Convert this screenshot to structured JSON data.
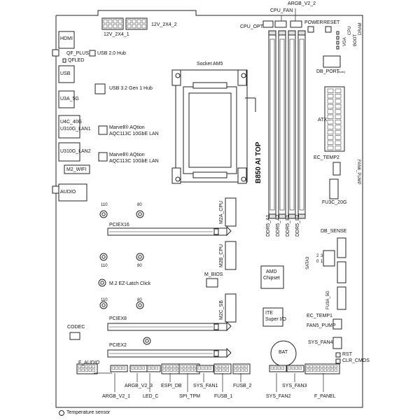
{
  "board": {
    "model": "B850 AI TOP",
    "socket": "Socket AM5",
    "chipset": [
      "AMD",
      "Chipset"
    ],
    "ite": [
      "ITE",
      "Super I/O"
    ],
    "battery": "BAT",
    "mbios": "M_BIOS",
    "codec": "CODEC"
  },
  "rear_io": {
    "hdmi": "HDMI",
    "qf_plus": "QF_PLUS",
    "qfled": "QFLED",
    "usb20_hub": "USB 2.0 Hub",
    "usb": "USB",
    "usb32_hub": "USB 3.2 Gen 1 Hub",
    "u3a_5g": "U3A_5G",
    "u4c_40g": "U4C_40G",
    "u310g_lan1": "U310G_LAN1",
    "lan1_chip": [
      "Marvell® AQtion",
      "AQC113C 10GbE LAN"
    ],
    "u310g_lan2": "U310G_LAN2",
    "lan2_chip": [
      "Marvell® AQtion",
      "AQC113C 10GbE LAN"
    ],
    "m2_wifi": "M2_WIFI",
    "audio": "AUDIO"
  },
  "top": {
    "atx_12v_2x4_2": "12V_2X4_2",
    "atx_12v_2x4_1": "12V_2X4_1",
    "cpu_fan": "CPU_FAN",
    "argb_v2_2": "ARGB_V2_2",
    "cpu_opt": "CPU_OPT",
    "power": "POWER",
    "reset": "RESET",
    "vga": "VGA",
    "cpu": "CPU",
    "boot": "BOOT",
    "dram": "DRAM"
  },
  "right": {
    "db_port": "DB_PORT",
    "db_port_note": "(Note)",
    "atx": "ATX",
    "ec_temp2": "EC_TEMP2",
    "fan6_pump": "FAN6_PUMP",
    "fu3c_20g": "FU3C_20G",
    "db_sense": "DB_SENSE",
    "sata3": "SATA3",
    "sata_nums": [
      "2",
      "0",
      "3",
      "1"
    ],
    "fu3a_5g": "FU3A_5G",
    "ec_temp1": "EC_TEMP1",
    "fan5_pump": "FAN5_PUMP",
    "sys_fan4": "SYS_FAN4",
    "rst": "RST",
    "clr_cmos": "CLR_CMOS"
  },
  "dimm_slots": [
    "DDR5_A1",
    "DDR5_A2",
    "DDR5_B1",
    "DDR5_B2"
  ],
  "expansion": {
    "pciex16": "PCIEX16",
    "pciex8": "PCIEX8",
    "pciex2": "PCIEX2",
    "m2a_cpu": "M2A_CPU",
    "m2b_cpu": "M2B_CPU",
    "m2c_sb": "M2C_SB",
    "ez_latch": "M.2 EZ-Latch Click",
    "standoff_labels": [
      "110",
      "80",
      "110",
      "80",
      "110",
      "80"
    ]
  },
  "bottom": {
    "f_audio": "F_AUDIO",
    "argb_v2_1": "ARGB_V2_1",
    "argb_v2_3": "ARGB_V2_3",
    "led_c": "LED_C",
    "espi_db": "ESPI_DB",
    "spi_tpm": "SPI_TPM",
    "sys_fan1": "SYS_FAN1",
    "fusb_1": "FUSB_1",
    "fusb_2": "FUSB_2",
    "sys_fan2": "SYS_FAN2",
    "sys_fan3": "SYS_FAN3",
    "f_panel": "F_PANEL"
  },
  "legend": {
    "temp_sensor": "Temperature sensor"
  }
}
